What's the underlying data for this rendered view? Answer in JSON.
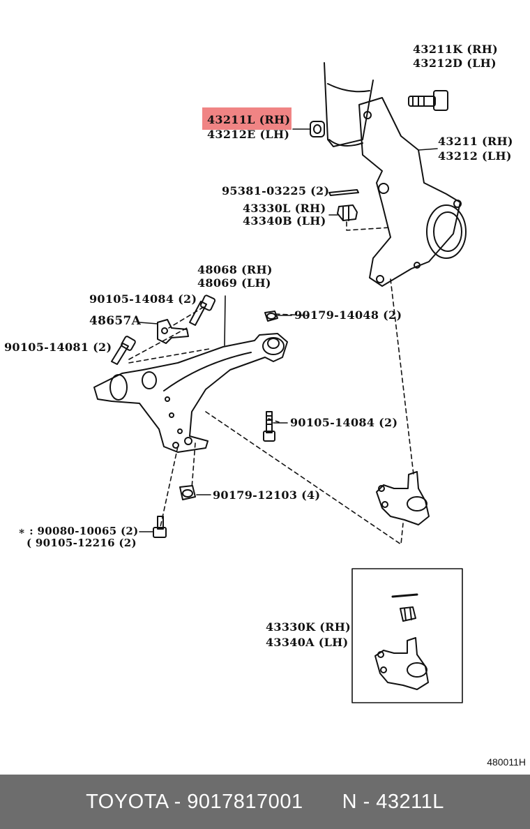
{
  "labels": {
    "bolt_top_rh": "43211K (RH)",
    "bolt_top_lh": "43212D (LH)",
    "nut_top_rh": "43211L (RH)",
    "nut_top_lh": "43212E (LH)",
    "knuckle_rh": "43211 (RH)",
    "knuckle_lh": "43212 (LH)",
    "cotter_pin": "95381-03225 (2)",
    "castle_nut_rh": "43330L (RH)",
    "castle_nut_lh": "43340B (LH)",
    "arm_rh": "48068 (RH)",
    "arm_lh": "48069 (LH)",
    "bolt_a": "90105-14084 (2)",
    "bracket": "48657A",
    "bolt_b": "90105-14081 (2)",
    "nut_a": "90179-14048 (2)",
    "bolt_c": "90105-14084 (2)",
    "nut_b": "90179-12103 (4)",
    "bolt_d1": "∗ : 90080-10065 (2)",
    "bolt_d2": "( 90105-12216 (2)",
    "ball_joint_rh": "43330K (RH)",
    "ball_joint_lh": "43340A (LH)",
    "diagram_code": "480011H"
  },
  "highlight_part": "43211L (RH)",
  "highlight_color": "#ea5454",
  "footer": {
    "brand_part": "TOYOTA - 9017817001",
    "n_part": "N - 43211L"
  }
}
